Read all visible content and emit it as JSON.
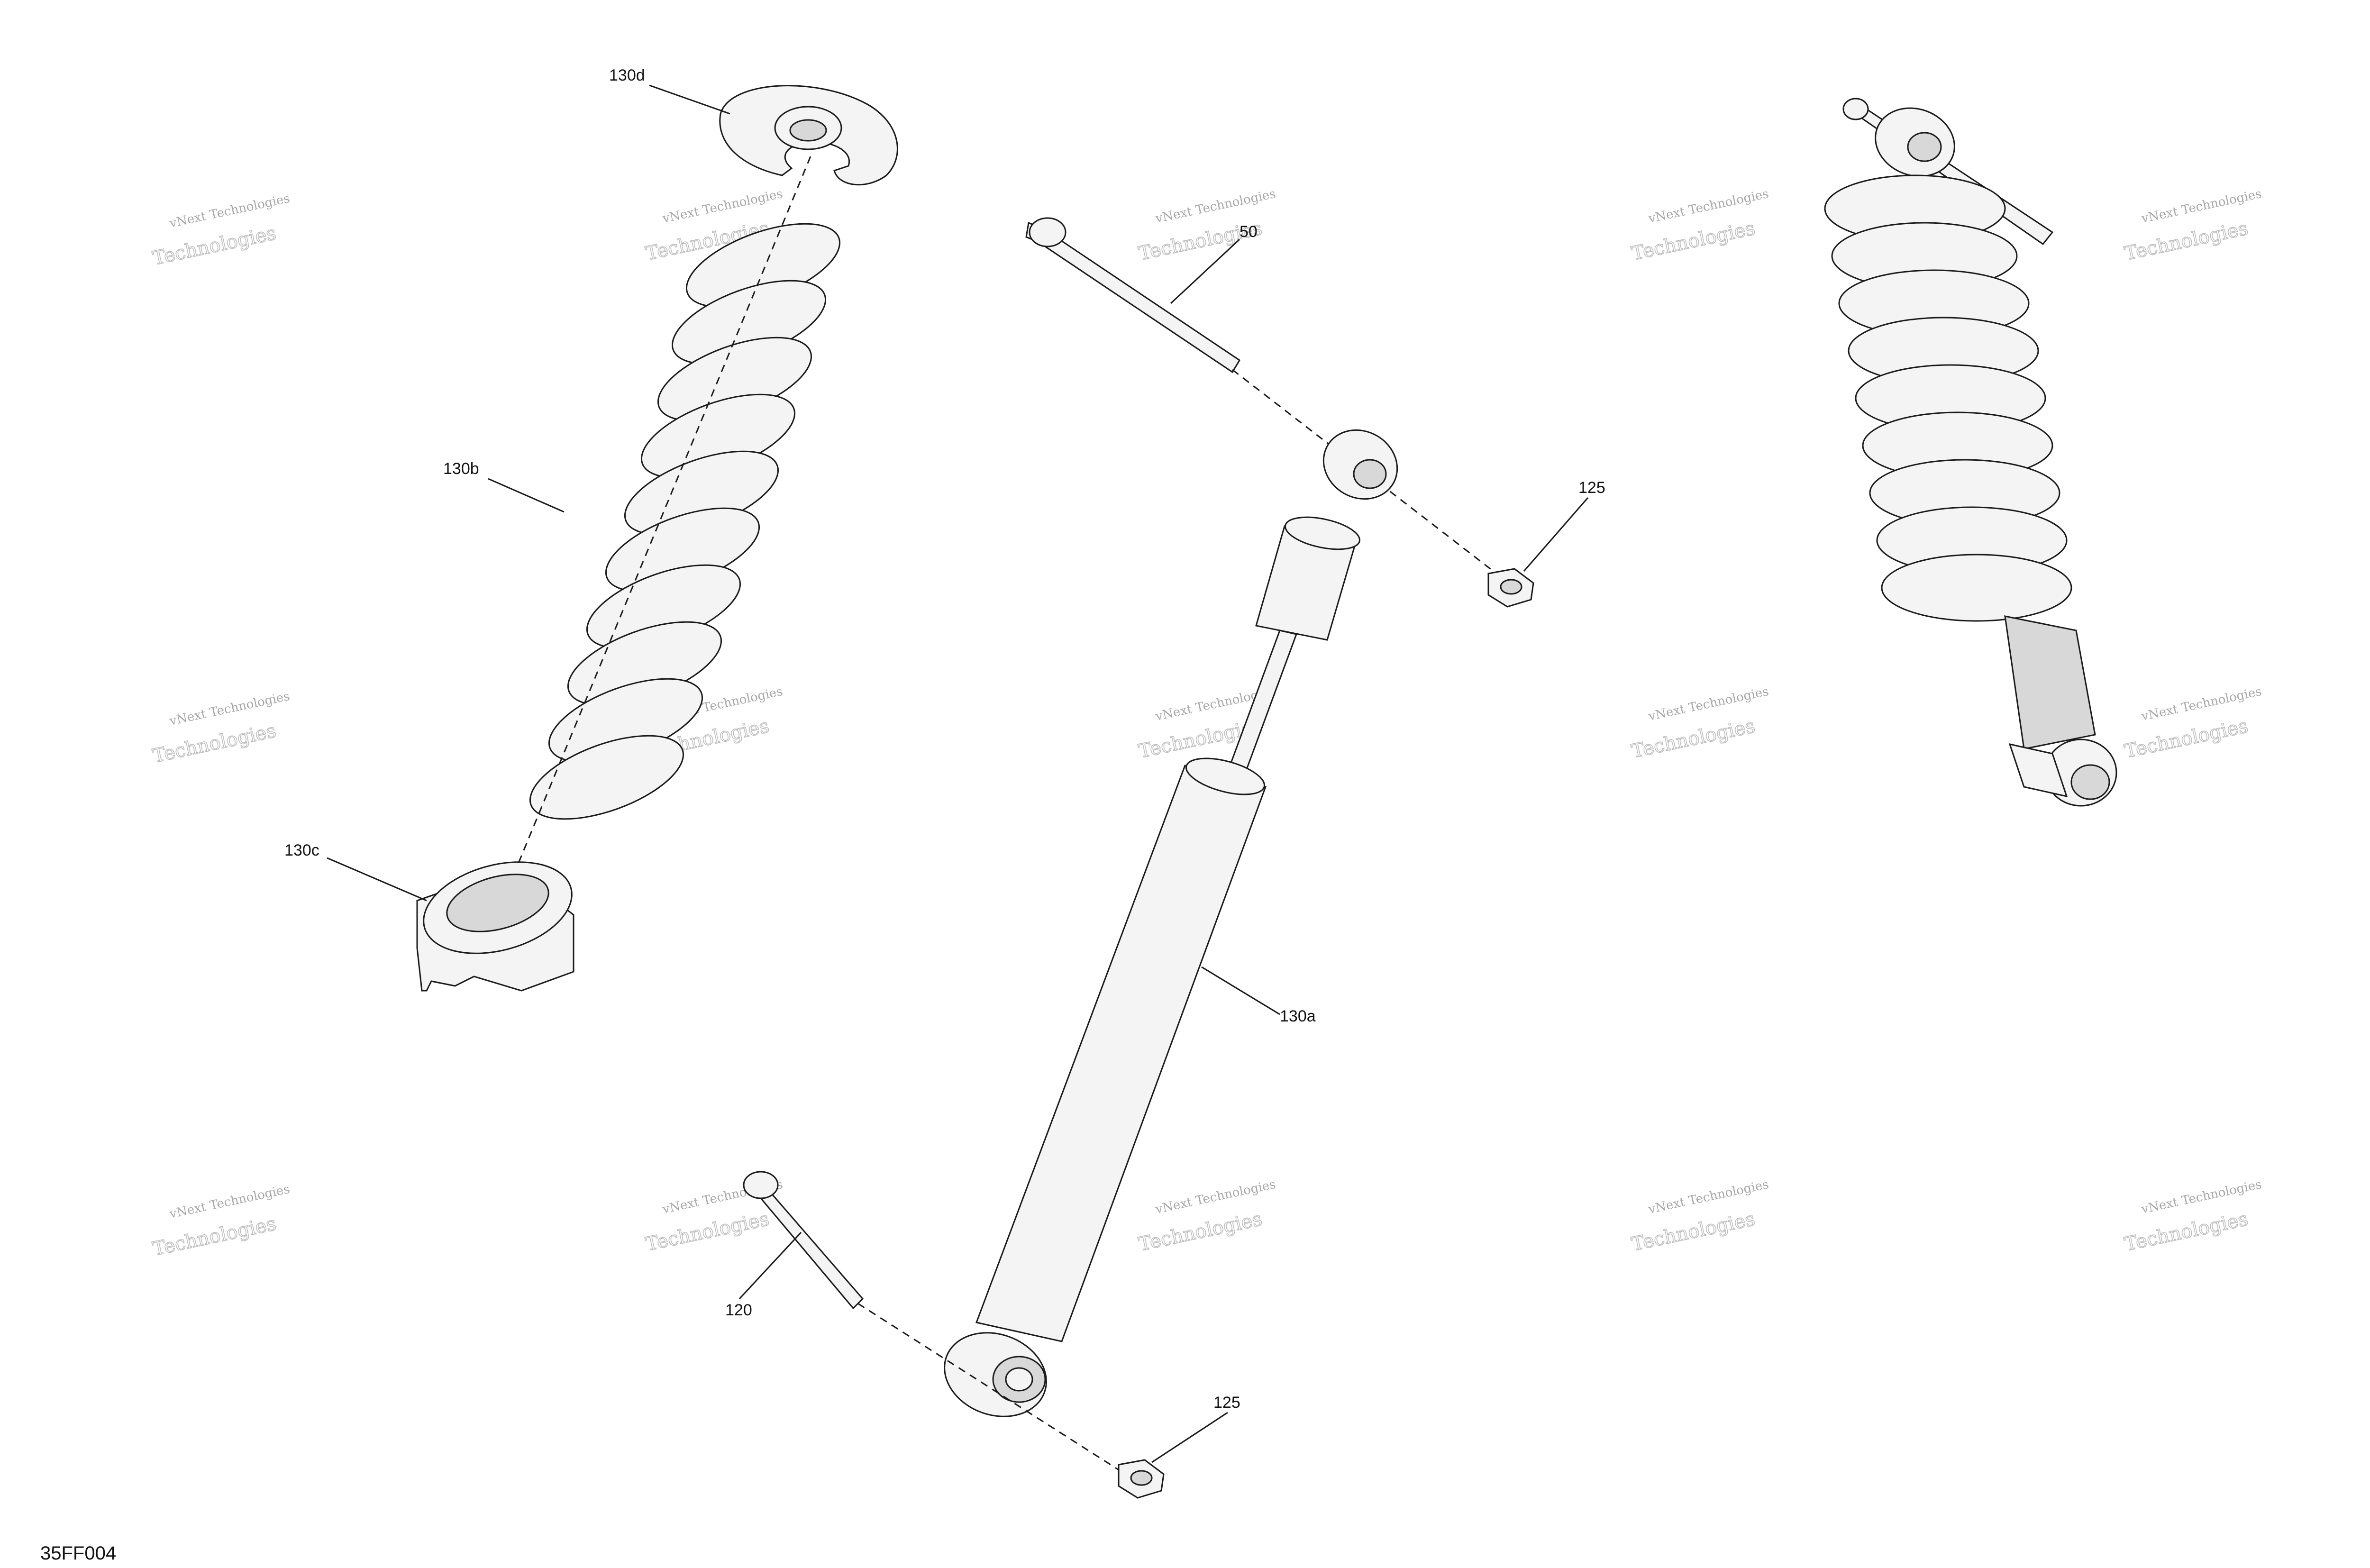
{
  "drawing_id": "35FF004",
  "watermark": {
    "line1": "vNext Technologies",
    "line2": "Technologies"
  },
  "callouts": {
    "c130d": "130d",
    "c130b": "130b",
    "c130c": "130c",
    "c50": "50",
    "c125_top": "125",
    "c130a": "130a",
    "c120": "120",
    "c125_bottom": "125"
  }
}
